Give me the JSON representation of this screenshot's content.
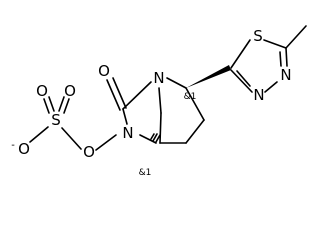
{
  "atoms": {
    "o_carbonyl": "O",
    "n_bridgehead": "N",
    "n_ring": "N",
    "o_n": "O",
    "s_sulfate": "S",
    "o_top_left": "O",
    "o_top_right": "O",
    "o_minus": "O",
    "s_thiadiazole": "S",
    "n_thiadiazole_upper": "N",
    "n_thiadiazole_lower": "N"
  },
  "labels": {
    "charge_minus": "-",
    "stereo_top": "&1",
    "stereo_bottom": "&1"
  }
}
